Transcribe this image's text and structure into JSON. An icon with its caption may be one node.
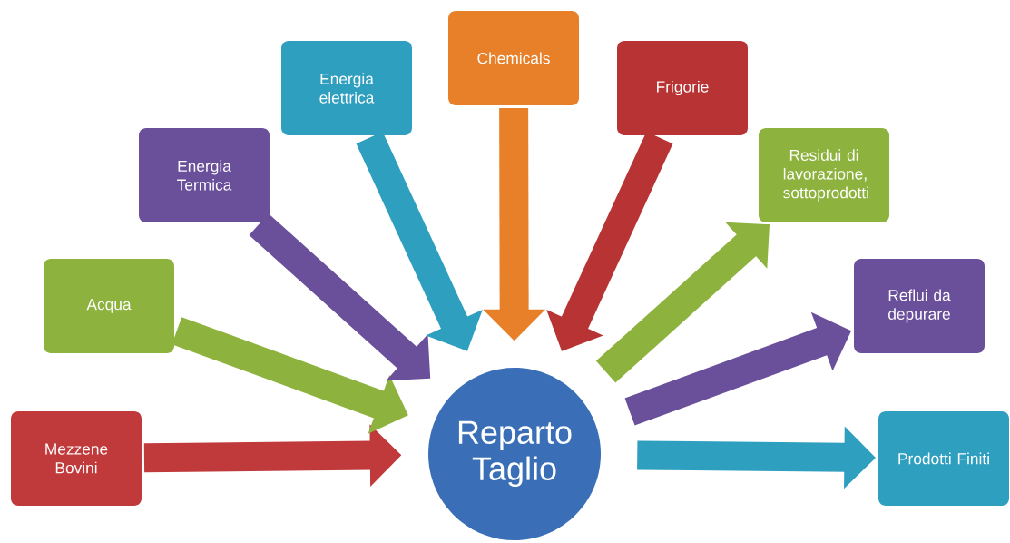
{
  "diagram": {
    "nodes": [
      {
        "text": [
          "Mezzene Bovini"
        ]
      },
      {
        "text": [
          "Acqua"
        ]
      },
      {
        "text": [
          "Energia Termica"
        ]
      },
      {
        "text": [
          "Energia elettrica"
        ]
      },
      {
        "text": [
          "Chemicals"
        ]
      },
      {
        "text": [
          "Frigorie"
        ]
      },
      {
        "text": [
          "Residui di lavorazione, sottoprodotti"
        ]
      },
      {
        "text": [
          "Reflui da depurare"
        ]
      },
      {
        "text": [
          "Prodotti Finiti"
        ]
      },
      {
        "text": [
          "Reparto Taglio"
        ]
      }
    ],
    "edges": [
      {
        "from": 0,
        "to": 9,
        "arrow": "to",
        "color": "#c0393b"
      },
      {
        "from": 1,
        "to": 9,
        "arrow": "to",
        "color": "#8db33e"
      },
      {
        "from": 2,
        "to": 9,
        "arrow": "to",
        "color": "#6a4f9a"
      },
      {
        "from": 3,
        "to": 9,
        "arrow": "to",
        "color": "#2e9fbf"
      },
      {
        "from": 4,
        "to": 9,
        "arrow": "to",
        "color": "#e8802a"
      },
      {
        "from": 5,
        "to": 9,
        "arrow": "to",
        "color": "#b83333"
      },
      {
        "from": 9,
        "to": 6,
        "arrow": "to",
        "color": "#8db33e"
      },
      {
        "from": 9,
        "to": 7,
        "arrow": "to",
        "color": "#6a4f9a"
      },
      {
        "from": 9,
        "to": 8,
        "arrow": "to",
        "color": "#2e9fbf"
      }
    ]
  }
}
